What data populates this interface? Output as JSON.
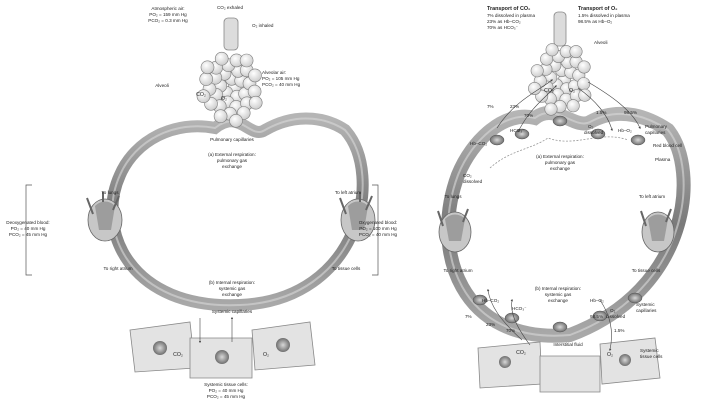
{
  "left_panel": {
    "atmospheric": {
      "title": "Atmospheric air:",
      "po2": "PO₂ = 159 mm Hg",
      "pco2": "PCO₂ = 0.3 mm Hg"
    },
    "co2_exhaled": "CO₂ exhaled",
    "o2_inhaled": "O₂ inhaled",
    "alveoli": "Alveoli",
    "alveolar_air": {
      "title": "Alveolar air:",
      "po2": "PO₂ = 105 mm Hg",
      "pco2": "PCO₂ = 40 mm Hg"
    },
    "gas_co2": "CO₂",
    "gas_o2": "O₂",
    "pulmonary_capillaries": "Pulmonary capillaries",
    "external_resp": [
      "(a) External respiration:",
      "pulmonary gas",
      "exchange"
    ],
    "to_lungs": "To lungs",
    "to_left_atrium": "To left atrium",
    "deoxygenated": {
      "title": "Deoxygenated blood:",
      "po2": "PO₂ = 40 mm Hg",
      "pco2": "PCO₂ = 45 mm Hg"
    },
    "oxygenated": {
      "title": "Oxygenated blood:",
      "po2": "PO₂ = 100 mm Hg",
      "pco2": "PCO₂ = 40 mm Hg"
    },
    "to_right_atrium": "To right atrium",
    "to_tissue_cells": "To tissue cells",
    "internal_resp": [
      "(b) Internal respiration:",
      "systemic gas",
      "exchange"
    ],
    "systemic_capillaries": "Systemic capillaries",
    "tissue_cells": {
      "title": "Systemic tissue cells:",
      "po2": "PO₂ = 40 mm Hg",
      "pco2": "PCO₂ = 45 mm Hg"
    }
  },
  "right_panel": {
    "transport_co2": {
      "title": "Transport of CO₂",
      "lines": [
        "7% dissolved in plasma",
        "23% as Hb–CO₂",
        "70% as HCO₃⁻"
      ]
    },
    "transport_o2": {
      "title": "Transport of O₂",
      "lines": [
        "1.5% dissolved in plasma",
        "98.5% as Hb–O₂"
      ]
    },
    "alveoli": "Alveoli",
    "gas_co2": "CO₂",
    "gas_o2": "O₂",
    "pct_7": "7%",
    "pct_23": "23%",
    "pct_70": "70%",
    "pct_1_5": "1.5%",
    "pct_98_5": "98.5%",
    "hco3": "HCO₃⁻",
    "hb_co2": "Hb–CO₂",
    "hb_o2": "Hb–O₂",
    "o2_dissolved": [
      "O₂",
      "dissolved"
    ],
    "co2_dissolved": [
      "CO₂",
      "dissolved"
    ],
    "pulmonary_capillaries": [
      "Pulmonary",
      "capillaries"
    ],
    "red_blood_cell": "Red blood cell",
    "plasma": "Plasma",
    "external_resp": [
      "(a) External respiration:",
      "pulmonary gas",
      "exchange"
    ],
    "to_lungs": "To lungs",
    "to_left_atrium": "To left atrium",
    "to_right_atrium": "To right atrium",
    "to_tissue_cells": "To tissue cells",
    "internal_resp": [
      "(b) Internal respiration:",
      "systemic gas",
      "exchange"
    ],
    "systemic_capillaries": [
      "Systemic",
      "capillaries"
    ],
    "systemic_tissue_cells": [
      "Systemic",
      "tissue cells"
    ],
    "bottom_pct_7": "7%",
    "bottom_pct_23": "23%",
    "bottom_pct_70": "70%",
    "bottom_pct_1_5": "1.5%",
    "bottom_pct_98_5": "98.5%",
    "bottom_hco3": "HCO₃⁻",
    "bottom_hb_co2": "Hb–CO₂",
    "bottom_hb_o2": "Hb–O₂",
    "bottom_o2_dissolved": [
      "O₂",
      "dissolved"
    ],
    "bottom_co2": "CO₂",
    "bottom_o2": "O₂",
    "interstitial_fluid": "Interstitial fluid"
  },
  "colors": {
    "vessel": "#8a8a8a",
    "vessel_light": "#c8c8c8",
    "cell_fill": "#e6e6e6",
    "accent_red": "#b9453c",
    "background": "#ffffff"
  }
}
